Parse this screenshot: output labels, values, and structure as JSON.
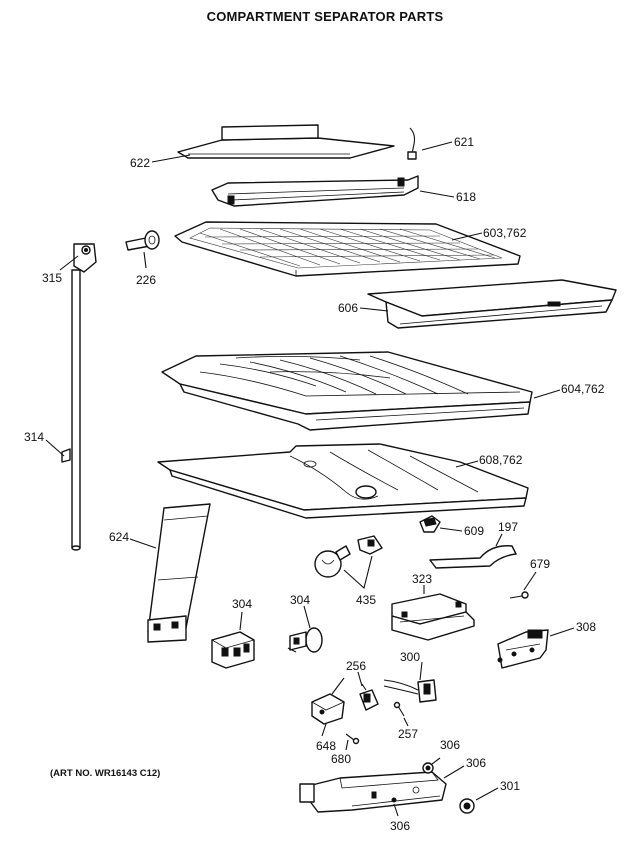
{
  "title": "COMPARTMENT SEPARATOR PARTS",
  "art_no": "(ART NO. WR16143 C12)",
  "labels": {
    "p621": "621",
    "p622": "622",
    "p618": "618",
    "p603": "603,762",
    "p315": "315",
    "p226": "226",
    "p606": "606",
    "p604": "604,762",
    "p314": "314",
    "p608": "608,762",
    "p624": "624",
    "p609": "609",
    "p197": "197",
    "p679": "679",
    "p435": "435",
    "p323": "323",
    "p304a": "304",
    "p304b": "304",
    "p308": "308",
    "p256": "256",
    "p300": "300",
    "p257": "257",
    "p648": "648",
    "p680": "680",
    "p306a": "306",
    "p306b": "306",
    "p306c": "306",
    "p301": "301"
  }
}
